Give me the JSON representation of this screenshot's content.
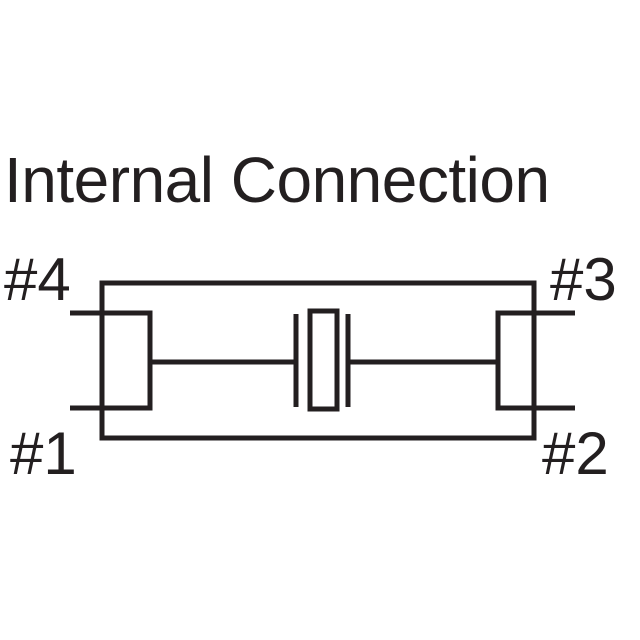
{
  "title": "Internal Connection",
  "pins": {
    "p1": "#1",
    "p2": "#2",
    "p3": "#3",
    "p4": "#4"
  },
  "colors": {
    "line": "#231f20",
    "background": "#ffffff"
  }
}
